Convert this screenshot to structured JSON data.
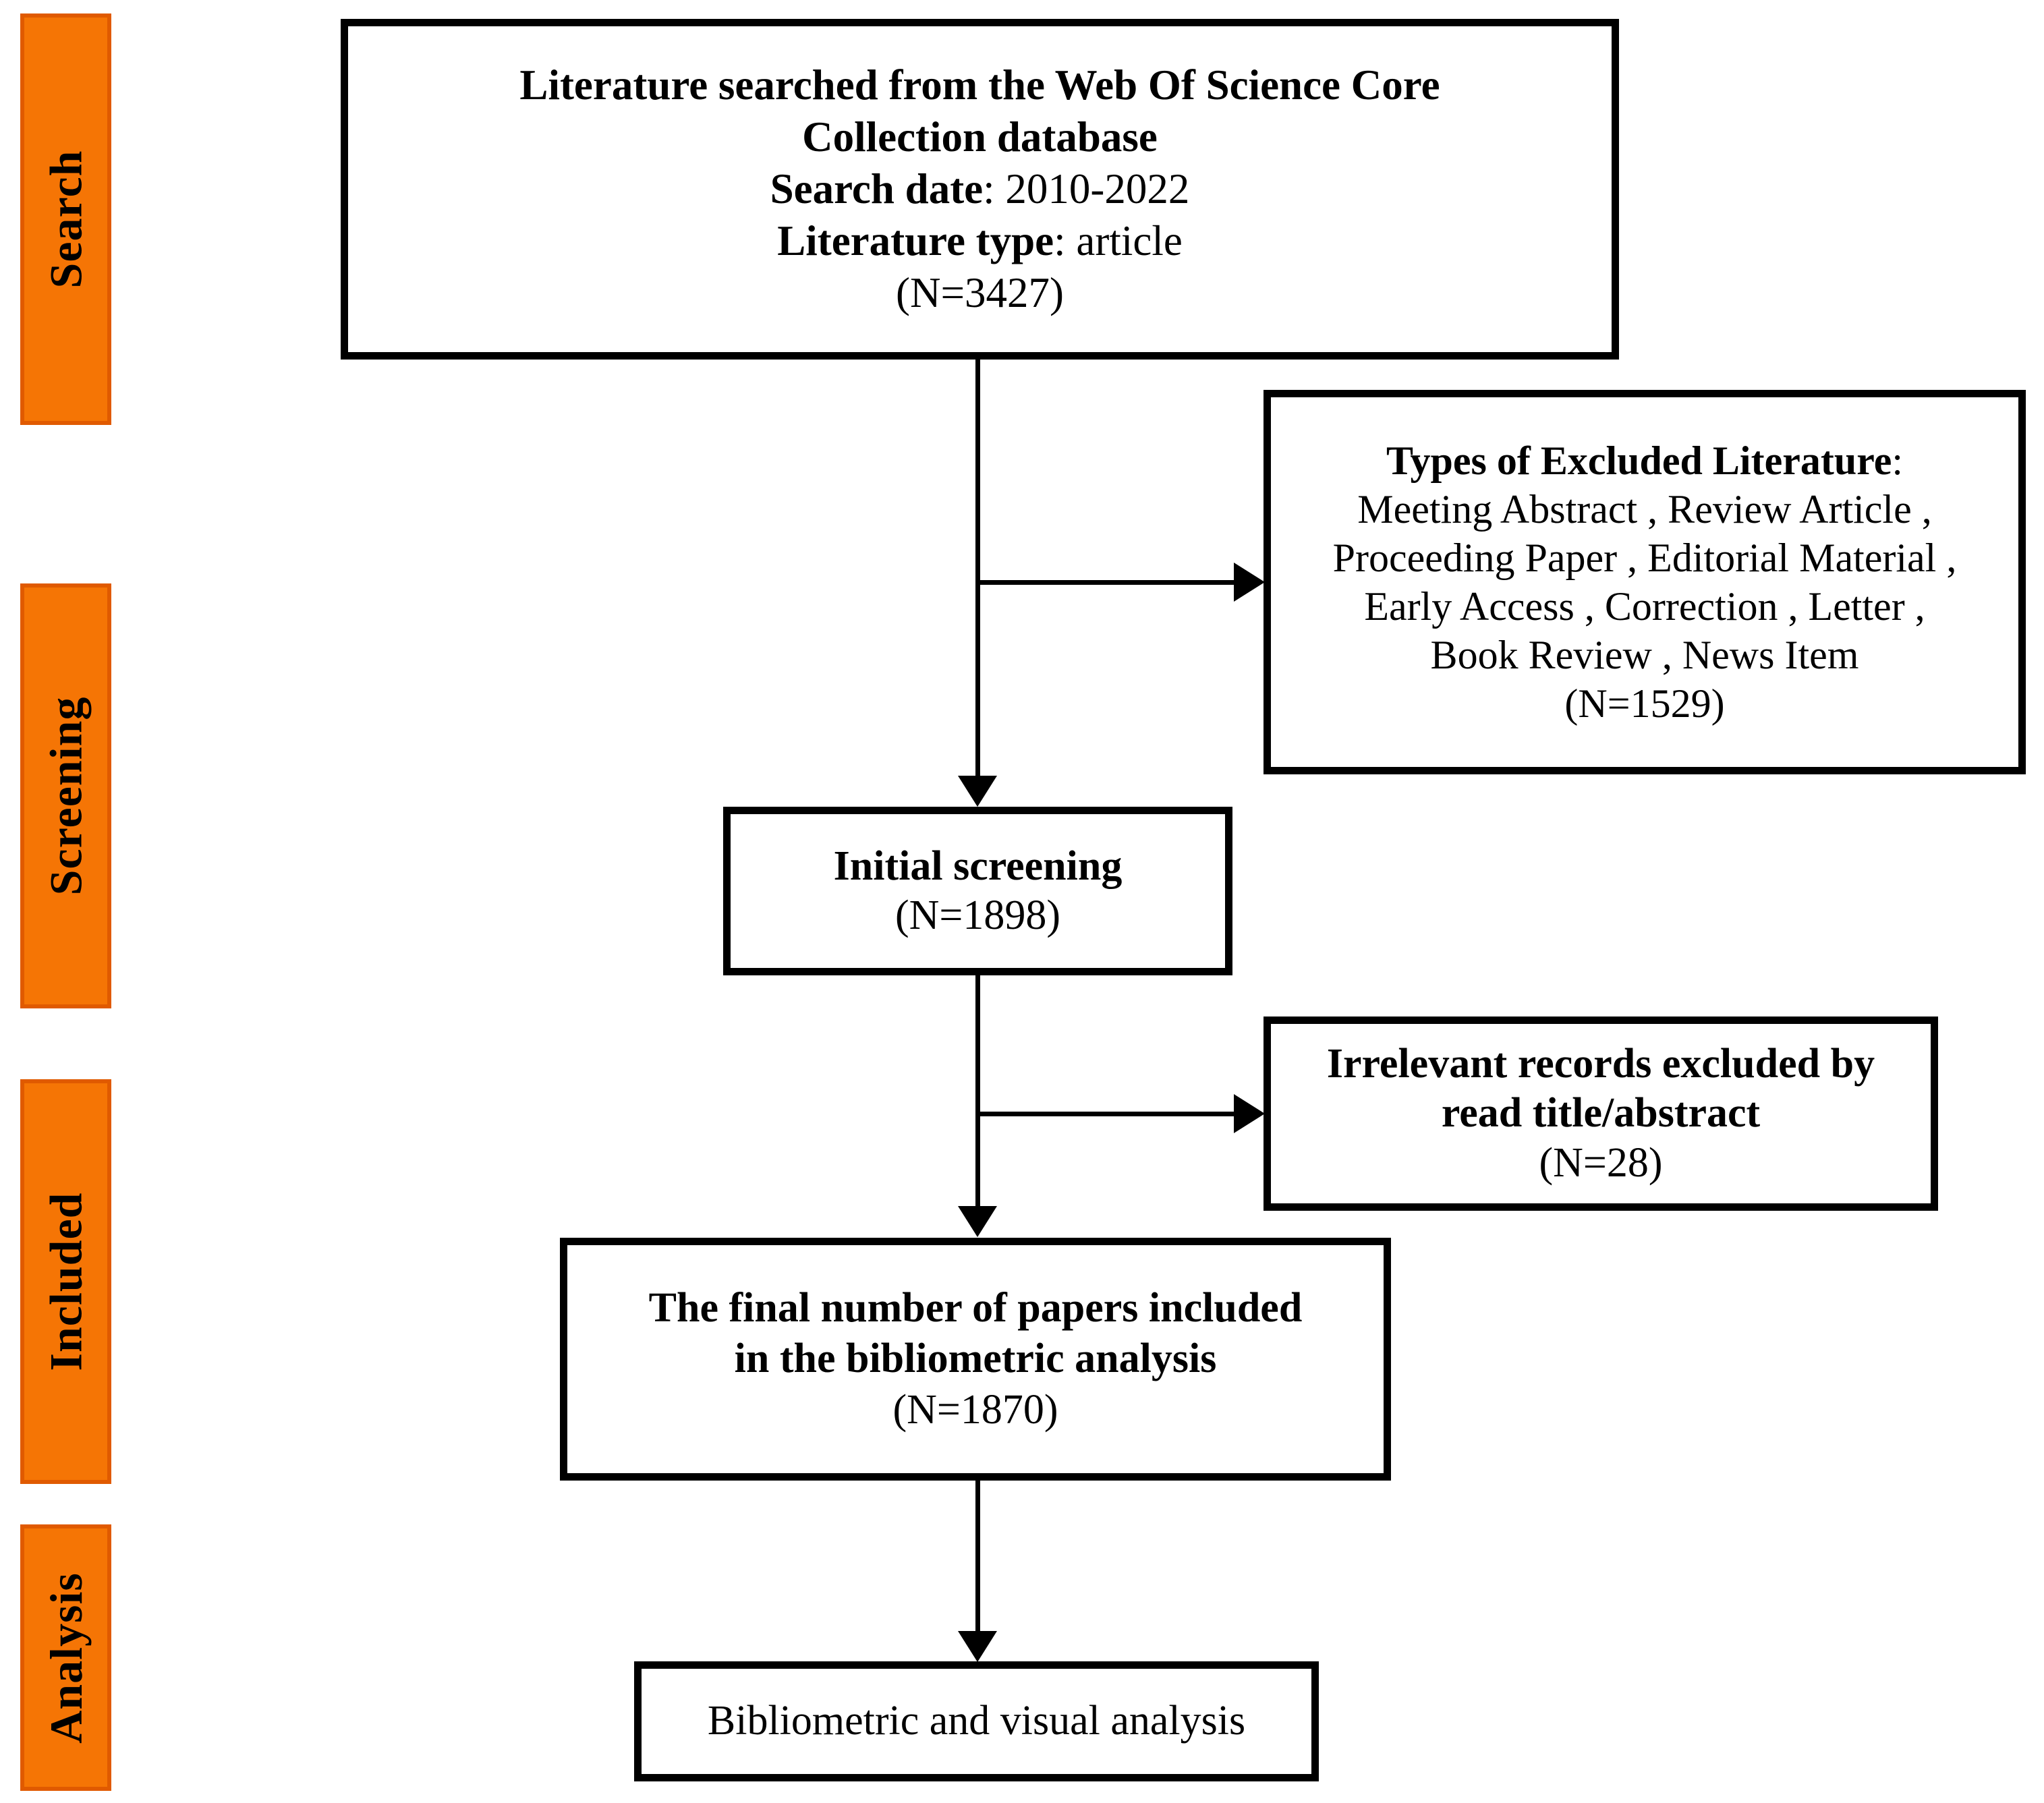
{
  "diagram": {
    "title": "Literature selection flowchart",
    "accent_color": "#F57505",
    "accent_border_color": "#E05A00",
    "line_color": "#000000",
    "background_color": "#FFFFFF"
  },
  "stages": [
    {
      "id": "search",
      "label": "Search"
    },
    {
      "id": "screening",
      "label": "Screening"
    },
    {
      "id": "included",
      "label": "Included"
    },
    {
      "id": "analysis",
      "label": "Analysis"
    }
  ],
  "boxes": {
    "main_search": {
      "lines": [
        "Literature searched from the Web Of Science Core",
        "Collection database"
      ],
      "search_date_label": "Search date",
      "search_date_value": ": 2010-2022",
      "literature_type_label": "Literature type",
      "literature_type_value": ": article",
      "count": "(N=3427)"
    },
    "excluded_types": {
      "heading_label": "Types of Excluded Literature",
      "heading_colon": ":",
      "items_lines": [
        "Meeting Abstract , Review Article ,",
        "Proceeding Paper , Editorial Material ,",
        "Early Access , Correction , Letter ,",
        "Book Review , News Item"
      ],
      "count": "(N=1529)"
    },
    "initial_screening": {
      "title": "Initial screening",
      "count": "(N=1898)"
    },
    "irrelevant_excluded": {
      "lines": [
        "Irrelevant records excluded by",
        "read title/abstract"
      ],
      "count": "(N=28)"
    },
    "final_included": {
      "lines": [
        "The final number of papers included",
        "in the bibliometric analysis"
      ],
      "count": "(N=1870)"
    },
    "bibliometric_analysis": {
      "title": "Bibliometric and visual analysis"
    }
  },
  "chart_data": {
    "type": "flow",
    "title": "PRISMA-style literature screening flow",
    "nodes": [
      {
        "id": "main_search",
        "stage": "Search",
        "label": "Literature searched from the Web Of Science Core Collection database; Search date: 2010-2022; Literature type: article",
        "n": 3427
      },
      {
        "id": "excluded_types",
        "stage": "Screening",
        "label": "Types of Excluded Literature: Meeting Abstract, Review Article, Proceeding Paper, Editorial Material, Early Access, Correction, Letter, Book Review, News Item",
        "n": 1529
      },
      {
        "id": "initial_screening",
        "stage": "Screening",
        "label": "Initial screening",
        "n": 1898
      },
      {
        "id": "irrelevant_excluded",
        "stage": "Included",
        "label": "Irrelevant records excluded by read title/abstract",
        "n": 28
      },
      {
        "id": "final_included",
        "stage": "Included",
        "label": "The final number of papers included in the bibliometric analysis",
        "n": 1870
      },
      {
        "id": "bibliometric_analysis",
        "stage": "Analysis",
        "label": "Bibliometric and visual analysis",
        "n": null
      }
    ],
    "edges": [
      {
        "from": "main_search",
        "to": "excluded_types",
        "kind": "exclusion"
      },
      {
        "from": "main_search",
        "to": "initial_screening",
        "kind": "flow"
      },
      {
        "from": "initial_screening",
        "to": "irrelevant_excluded",
        "kind": "exclusion"
      },
      {
        "from": "initial_screening",
        "to": "final_included",
        "kind": "flow"
      },
      {
        "from": "final_included",
        "to": "bibliometric_analysis",
        "kind": "flow"
      }
    ]
  }
}
